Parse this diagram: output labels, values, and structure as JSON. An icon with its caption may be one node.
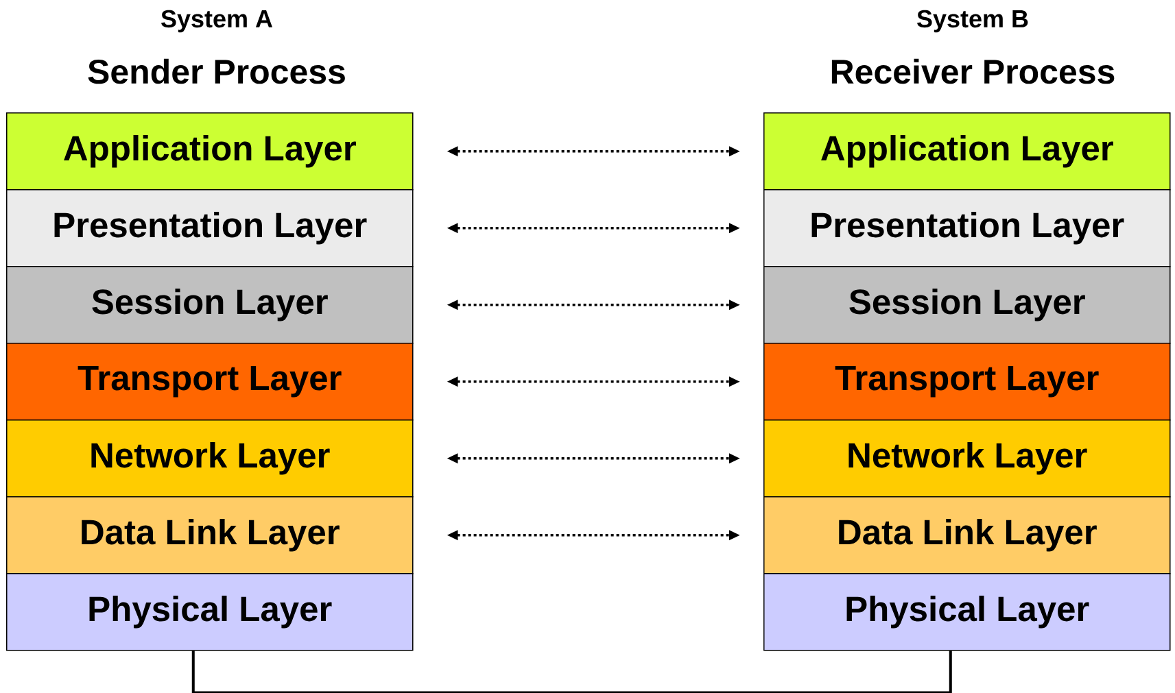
{
  "diagram": {
    "nodes": [
      {
        "text": [
          "Application Layer"
        ]
      },
      {
        "text": [
          "Presentation Layer"
        ]
      },
      {
        "text": [
          "Session Layer"
        ]
      },
      {
        "text": [
          "Transport Layer"
        ]
      },
      {
        "text": [
          "Network Layer"
        ]
      },
      {
        "text": [
          "Data Link Layer"
        ]
      },
      {
        "text": [
          "Physical Layer"
        ]
      },
      {
        "text": [
          "Application Layer"
        ]
      },
      {
        "text": [
          "Presentation Layer"
        ]
      },
      {
        "text": [
          "Session Layer"
        ]
      },
      {
        "text": [
          "Transport Layer"
        ]
      },
      {
        "text": [
          "Network Layer"
        ]
      },
      {
        "text": [
          "Data Link Layer"
        ]
      },
      {
        "text": [
          "Physical Layer"
        ]
      }
    ],
    "edges": [
      {
        "from": 0,
        "to": 7,
        "arrow": "both",
        "style": "dashed"
      },
      {
        "from": 1,
        "to": 8,
        "arrow": "both",
        "style": "dashed"
      },
      {
        "from": 2,
        "to": 9,
        "arrow": "both",
        "style": "dashed"
      },
      {
        "from": 3,
        "to": 10,
        "arrow": "both",
        "style": "dashed"
      },
      {
        "from": 4,
        "to": 11,
        "arrow": "both",
        "style": "dashed"
      },
      {
        "from": 5,
        "to": 12,
        "arrow": "both",
        "style": "dashed"
      },
      {
        "from": 6,
        "to": 13,
        "arrow": "none"
      }
    ],
    "labels": [
      "System A",
      "Sender Process",
      "System B",
      "Receiver Process"
    ]
  }
}
